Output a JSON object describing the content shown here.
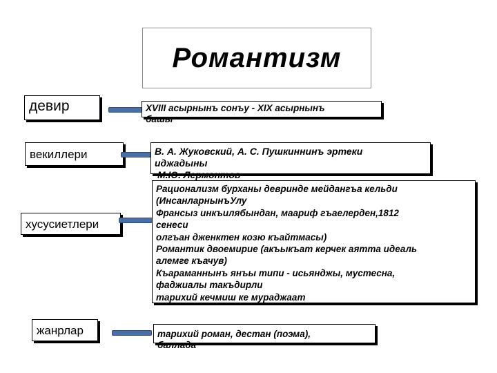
{
  "title": "Романтизм",
  "rows": {
    "devir": {
      "label": "девир",
      "content": [
        "XVIII асырнынъ сонъу - XIX асырнынъ",
        "башы"
      ]
    },
    "vekilleri": {
      "label": "векиллери",
      "content": [
        "В. А. Жуковский,  А. С. Пушкиннинъ эртеки",
        "иджадыны",
        "М.Ю. Лермонтов"
      ]
    },
    "husus": {
      "label": "хусусиетлери",
      "content": [
        "Рационализм бурханы девринде  мейдангъа кельди",
        "(ИнсанларнынъУлу",
        "Франсыз инкъилябындан, маариф  гъаелерден,1812",
        "сенеси",
        " олгъан дженктен козю къайтмасы)",
        "Романтик двоемирие (акъыкъат керчек аятта идеаль",
        "алемге къачув)",
        " Къараманнынъ янъы типи - исьянджы, мустесна,",
        " фаджиалы такъдирли",
        "тарихий кечмиш ке мураджаат"
      ]
    },
    "janrlar": {
      "label": "жанрлар",
      "content": [
        "тарихий роман, дестан (поэма),",
        "баллада"
      ]
    }
  },
  "colors": {
    "connector": "#4a6fa5",
    "shadow": "#000000"
  }
}
